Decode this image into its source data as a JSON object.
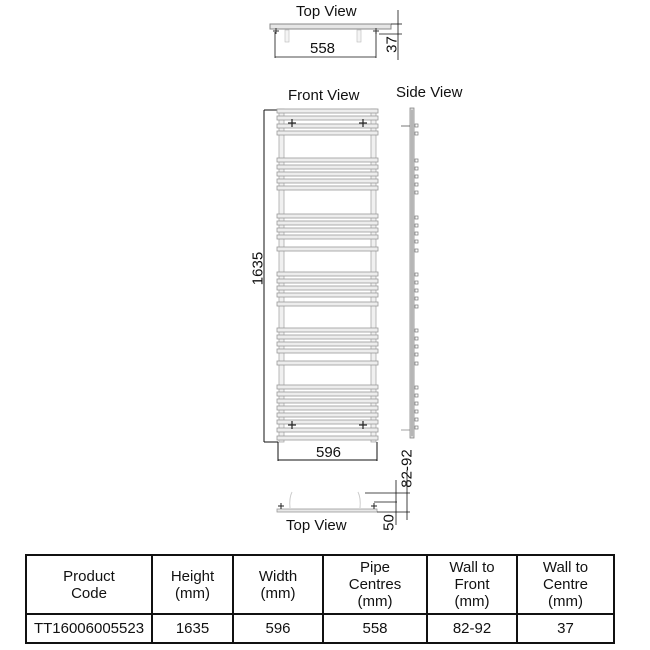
{
  "drawing": {
    "top_view_upper": {
      "title": "Top View",
      "pipe_centres_dim": "558",
      "wall_to_centre_dim": "37"
    },
    "front_view": {
      "title": "Front View",
      "height_dim": "1635",
      "width_dim": "596"
    },
    "side_view": {
      "title": "Side View"
    },
    "top_view_lower": {
      "title": "Top View",
      "wall_to_front_dim": "82-92",
      "offset_dim": "50"
    },
    "colors": {
      "line": "#111111",
      "bar_fill": "#eeeeee",
      "bar_stroke": "#9a9a9a"
    }
  },
  "spec_table": {
    "headers": [
      [
        "Product",
        "Code"
      ],
      [
        "Height",
        "(mm)"
      ],
      [
        "Width",
        "(mm)"
      ],
      [
        "Pipe",
        "Centres",
        "(mm)"
      ],
      [
        "Wall to",
        "Front",
        "(mm)"
      ],
      [
        "Wall to",
        "Centre",
        "(mm)"
      ]
    ],
    "row": {
      "product_code": "TT16006005523",
      "height": "1635",
      "width": "596",
      "pipe_centres": "558",
      "wall_to_front": "82-92",
      "wall_to_centre": "37"
    }
  }
}
